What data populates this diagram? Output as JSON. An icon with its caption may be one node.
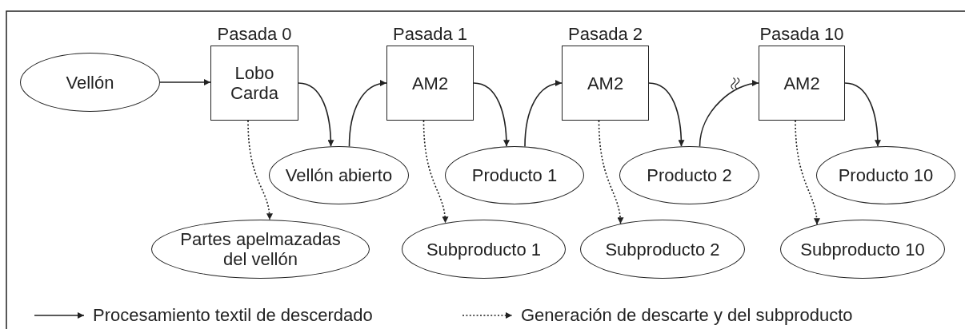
{
  "diagram": {
    "nodes": [
      {
        "text": [
          "Vellón"
        ]
      },
      {
        "text": [
          "Pasada 0",
          "Lobo Carda"
        ]
      },
      {
        "text": [
          "Pasada 1",
          "AM2"
        ]
      },
      {
        "text": [
          "Pasada 2",
          "AM2"
        ]
      },
      {
        "text": [
          "Pasada 10",
          "AM2"
        ]
      },
      {
        "text": [
          "Vellón abierto"
        ]
      },
      {
        "text": [
          "Producto 1"
        ]
      },
      {
        "text": [
          "Producto 2"
        ]
      },
      {
        "text": [
          "Producto 10"
        ]
      },
      {
        "text": [
          "Partes apelmazadas del vellón"
        ]
      },
      {
        "text": [
          "Subproducto 1"
        ]
      },
      {
        "text": [
          "Subproducto 2"
        ]
      },
      {
        "text": [
          "Subproducto 10"
        ]
      }
    ],
    "edges": [
      {
        "from": 0,
        "to": 1,
        "arrow": "to"
      },
      {
        "from": 1,
        "to": 5,
        "arrow": "to"
      },
      {
        "from": 5,
        "to": 2,
        "arrow": "to"
      },
      {
        "from": 2,
        "to": 6,
        "arrow": "to"
      },
      {
        "from": 6,
        "to": 3,
        "arrow": "to"
      },
      {
        "from": 3,
        "to": 7,
        "arrow": "to"
      },
      {
        "from": 7,
        "to": 4,
        "arrow": "to"
      },
      {
        "from": 4,
        "to": 8,
        "arrow": "to"
      },
      {
        "from": 1,
        "to": 9,
        "arrow": "to",
        "style": "dashed"
      },
      {
        "from": 2,
        "to": 10,
        "arrow": "to",
        "style": "dashed"
      },
      {
        "from": 3,
        "to": 11,
        "arrow": "to",
        "style": "dashed"
      },
      {
        "from": 4,
        "to": 12,
        "arrow": "to",
        "style": "dashed"
      }
    ],
    "legend": [
      {
        "text": "Procesamiento textil de descerdado"
      },
      {
        "text": "Generación de descarte y del subproducto"
      }
    ]
  }
}
